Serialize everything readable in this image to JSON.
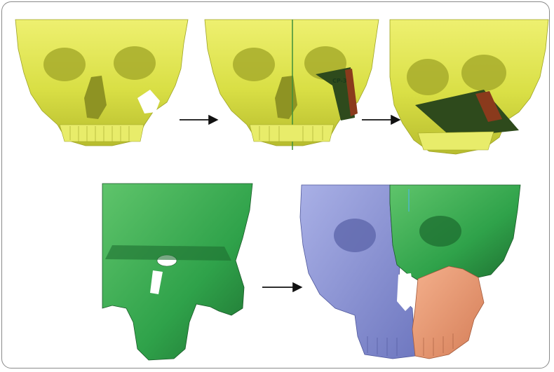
{
  "colors": {
    "bone_yellow": "#d9df45",
    "bone_yellow_light": "#eef070",
    "bone_yellow_shadow": "#a9ae2a",
    "bone_green": "#2fa24a",
    "bone_green_light": "#5fc46b",
    "bone_green_dark": "#1e6e30",
    "bone_blue": "#8f97d8",
    "bone_blue_dark": "#5e66ab",
    "bone_salmon": "#e9966f",
    "bone_salmon_dark": "#b8684a",
    "cut_plane_red": "#8a3a1c",
    "cut_plane_dark": "#2e4a1c",
    "arrow": "#111111"
  },
  "panels": [
    {
      "step": 1,
      "view": "skull-front",
      "tint": "yellow",
      "annotation": ""
    },
    {
      "step": 2,
      "view": "skull-front-with-cut-plane",
      "tint": "yellow",
      "annotation": "CP-3"
    },
    {
      "step": 3,
      "view": "skull-oblique-with-cut-plane",
      "tint": "yellow",
      "annotation": ""
    },
    {
      "step": 4,
      "view": "maxilla-segment",
      "tint": "green",
      "annotation": ""
    },
    {
      "step": 5,
      "view": "skull-segmented",
      "tint": "blue-green-salmon",
      "annotation": ""
    }
  ],
  "arrows": [
    {
      "from": 1,
      "to": 2,
      "icon": "arrow-right-icon"
    },
    {
      "from": 2,
      "to": 3,
      "icon": "arrow-right-icon"
    },
    {
      "from": 4,
      "to": 5,
      "icon": "arrow-right-icon"
    }
  ]
}
